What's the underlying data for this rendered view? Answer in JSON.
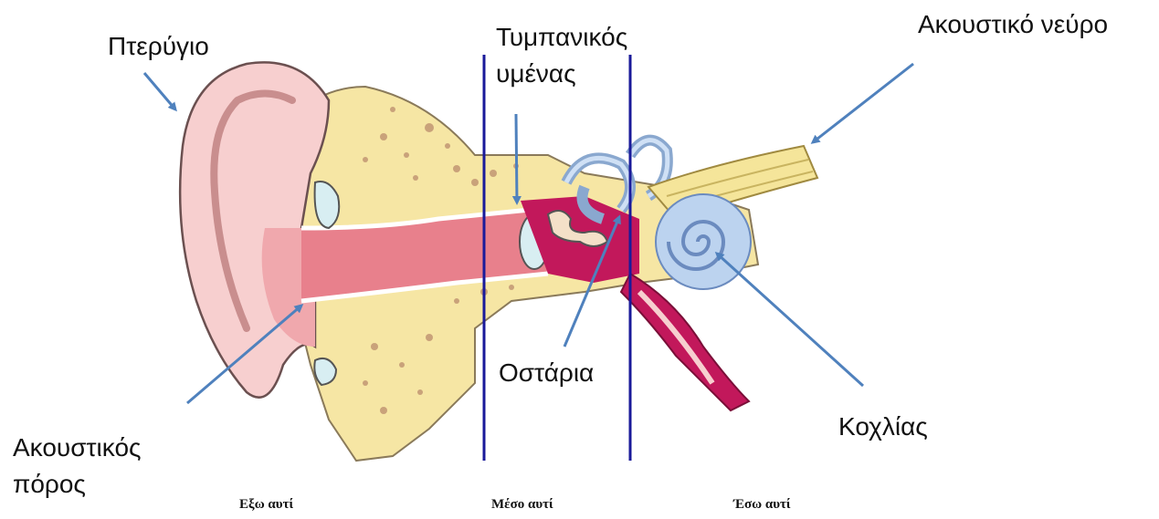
{
  "labels": {
    "pinna": "Πτερύγιο",
    "eardrum_line1": "Τυμπανικός",
    "eardrum_line2": "υμένας",
    "auditory_nerve": "Ακουστικό νεύρο",
    "ear_canal_line1": "Ακουστικός",
    "ear_canal_line2": "πόρος",
    "ossicles": "Οστάρια",
    "cochlea": "Κοχλίας"
  },
  "regions": {
    "outer": "Εξω αυτί",
    "middle": "Μέσο αυτί",
    "inner": "Έσω αυτί"
  },
  "colors": {
    "arrow": "#4f81bd",
    "divider": "#1a1a9a",
    "skin": "#f7cfcf",
    "skin_dark": "#f0a8ad",
    "bone": "#f6e6a4",
    "bone_spot": "#c9a27a",
    "canal": "#e8808c",
    "magenta": "#c2185b",
    "inner_ear": "#bcd3ef",
    "nerve": "#f5e59a"
  }
}
